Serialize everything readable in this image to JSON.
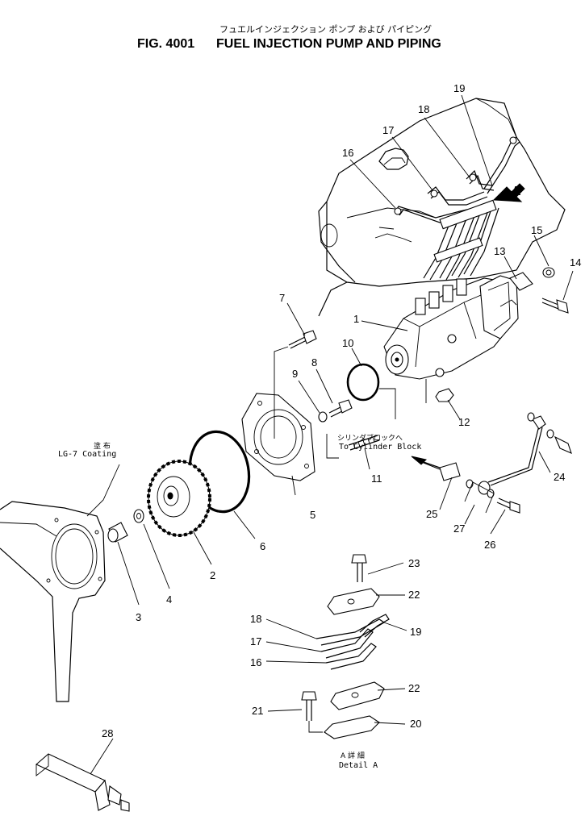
{
  "header": {
    "title_jp": "フュエルインジェクション ポンプ および パイピング",
    "fig_no": "FIG. 4001",
    "title_en": "FUEL INJECTION PUMP AND PIPING"
  },
  "notes": {
    "coating_jp": "塗 布",
    "coating_en": "LG-7 Coating",
    "cyl_jp": "シリンダブロックへ",
    "cyl_en": "To Cylinder Block",
    "detail_jp": "A 詳 細",
    "detail_en": "Detail A",
    "view_letter": "A"
  },
  "part_labels": [
    "1",
    "2",
    "3",
    "4",
    "5",
    "6",
    "7",
    "8",
    "9",
    "10",
    "11",
    "12",
    "13",
    "14",
    "15",
    "16",
    "17",
    "18",
    "19",
    "20",
    "21",
    "22",
    "22",
    "23",
    "24",
    "25",
    "26",
    "27",
    "28",
    "16",
    "17",
    "18",
    "19"
  ]
}
